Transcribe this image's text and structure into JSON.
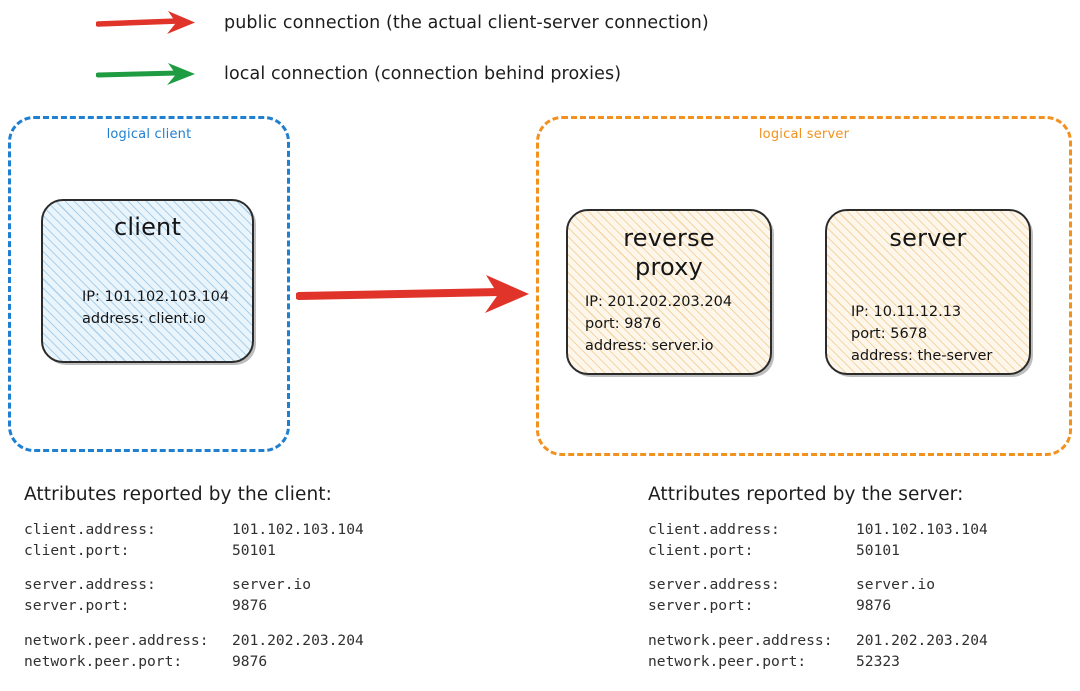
{
  "legend": {
    "items": [
      {
        "icon": "red-arrow-icon",
        "color": "#e0342a",
        "label": "public connection (the actual client-server connection)"
      },
      {
        "icon": "green-arrow-icon",
        "color": "#1f9c41",
        "label": "local connection (connection behind proxies)"
      }
    ]
  },
  "diagram": {
    "logical_client": {
      "caption": "logical client",
      "border_color": "#1f7fd0",
      "node": {
        "title": "client",
        "lines": "IP: 101.102.103.104\naddress: client.io"
      }
    },
    "logical_server": {
      "caption": "logical server",
      "border_color": "#f2911d",
      "nodes": [
        {
          "title": "reverse\nproxy",
          "lines": "IP: 201.202.203.204\nport: 9876\naddress: server.io"
        },
        {
          "title": "server",
          "lines": "IP: 10.11.12.13\nport: 5678\naddress: the-server"
        }
      ]
    },
    "connection_arrow": {
      "name": "public-connection-arrow",
      "color": "#e0342a"
    }
  },
  "attributes": {
    "client_panel": {
      "heading": "Attributes reported by the client:",
      "groups": [
        [
          {
            "key": "client.address:",
            "value": "101.102.103.104"
          },
          {
            "key": "client.port:",
            "value": "50101"
          }
        ],
        [
          {
            "key": "server.address:",
            "value": "server.io"
          },
          {
            "key": "server.port:",
            "value": "9876"
          }
        ],
        [
          {
            "key": "network.peer.address:",
            "value": "201.202.203.204"
          },
          {
            "key": "network.peer.port:",
            "value": "9876"
          }
        ]
      ]
    },
    "server_panel": {
      "heading": "Attributes reported by the server:",
      "groups": [
        [
          {
            "key": "client.address:",
            "value": "101.102.103.104"
          },
          {
            "key": "client.port:",
            "value": "50101"
          }
        ],
        [
          {
            "key": "server.address:",
            "value": "server.io"
          },
          {
            "key": "server.port:",
            "value": "9876"
          }
        ],
        [
          {
            "key": "network.peer.address:",
            "value": "201.202.203.204"
          },
          {
            "key": "network.peer.port:",
            "value": "52323"
          }
        ]
      ]
    }
  }
}
